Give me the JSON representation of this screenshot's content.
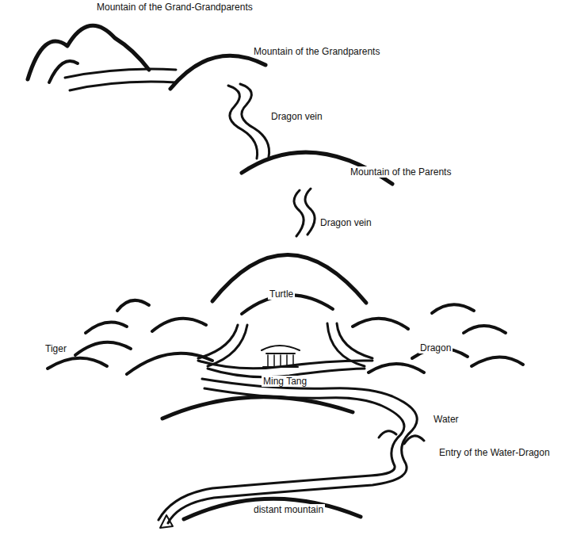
{
  "diagram": {
    "labels": [
      "Mountain of the Grand-Grandparents",
      "Mountain of the Grandparents",
      "Dragon vein",
      "Mountain of the Parents",
      "Dragon vein",
      "Turtle",
      "Tiger",
      "Dragon",
      "Ming Tang",
      "Water",
      "Entry of the Water-Dragon",
      "distant mountain"
    ]
  }
}
